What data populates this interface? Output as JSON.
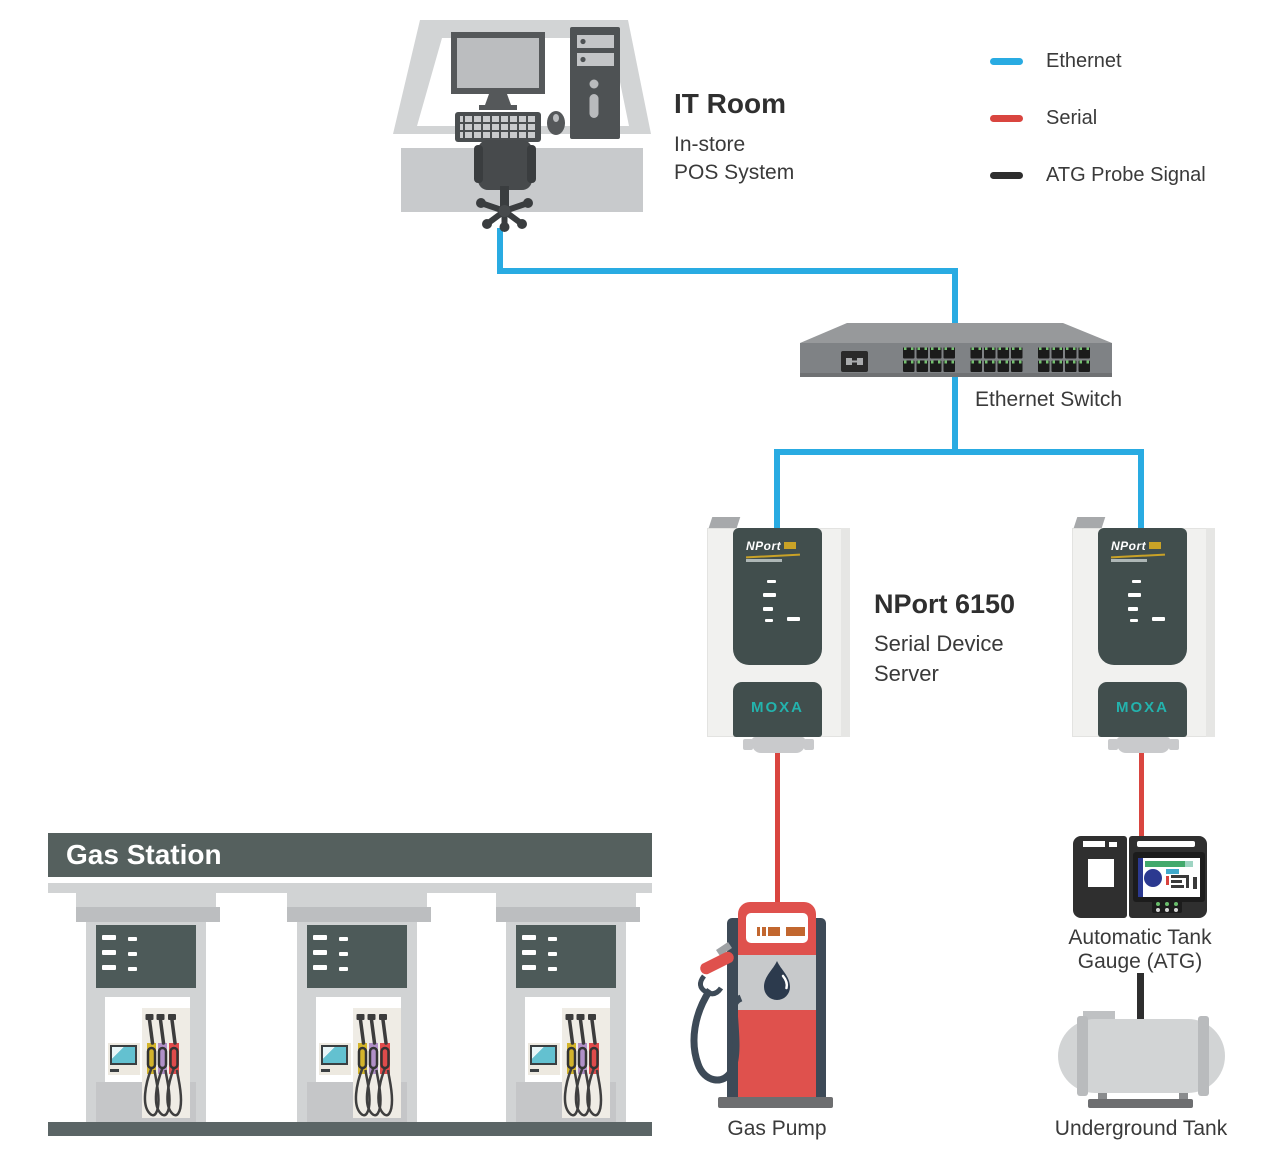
{
  "legend": {
    "items": [
      {
        "label": "Ethernet",
        "color": "#29ABE2"
      },
      {
        "label": "Serial",
        "color": "#D9453F"
      },
      {
        "label": "ATG Probe Signal",
        "color": "#2E2E2E"
      }
    ]
  },
  "it_room": {
    "title": "IT Room",
    "subtitle1": "In-store",
    "subtitle2": "POS System"
  },
  "ethernet_switch": {
    "label": "Ethernet Switch"
  },
  "nport": {
    "title": "NPort 6150",
    "subtitle1": "Serial Device",
    "subtitle2": "Server",
    "logo": "NPort",
    "brand": "MOXA"
  },
  "gas_station": {
    "sign": "Gas Station"
  },
  "gas_pump": {
    "label": "Gas Pump"
  },
  "atg": {
    "label1": "Automatic Tank",
    "label2": "Gauge (ATG)"
  },
  "underground_tank": {
    "label": "Underground Tank"
  },
  "connections": [
    {
      "from": "in-store-pos-system",
      "to": "ethernet-switch",
      "type": "ethernet"
    },
    {
      "from": "ethernet-switch",
      "to": "nport-6150-left",
      "type": "ethernet"
    },
    {
      "from": "ethernet-switch",
      "to": "nport-6150-right",
      "type": "ethernet"
    },
    {
      "from": "nport-6150-left",
      "to": "gas-pump",
      "type": "serial"
    },
    {
      "from": "nport-6150-right",
      "to": "atg",
      "type": "serial"
    },
    {
      "from": "atg",
      "to": "underground-tank",
      "type": "atg-probe-signal"
    }
  ],
  "colors": {
    "ethernet": "#29ABE2",
    "serial": "#D9453F",
    "atg_probe": "#2E2E2E",
    "moxa_teal": "#23B3AD",
    "pump_red": "#DF514D",
    "slate": "#55605E"
  }
}
